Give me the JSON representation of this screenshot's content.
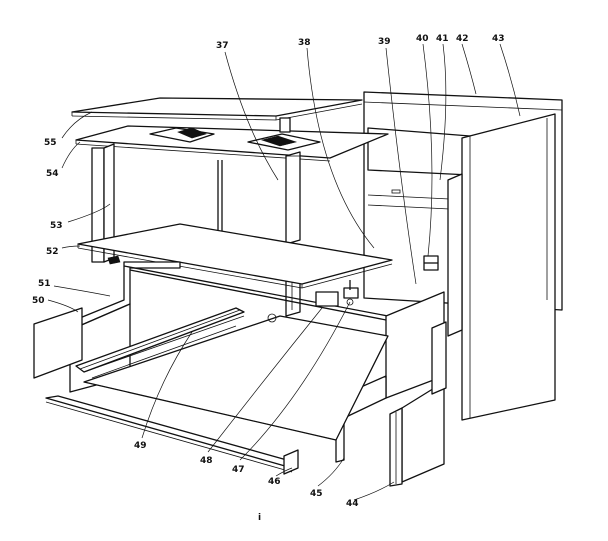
{
  "diagram": {
    "callouts": [
      {
        "id": "c37",
        "text": "37"
      },
      {
        "id": "c38",
        "text": "38"
      },
      {
        "id": "c39",
        "text": "39"
      },
      {
        "id": "c40",
        "text": "40"
      },
      {
        "id": "c41",
        "text": "41"
      },
      {
        "id": "c42",
        "text": "42"
      },
      {
        "id": "c43",
        "text": "43"
      },
      {
        "id": "c55",
        "text": "55"
      },
      {
        "id": "c54",
        "text": "54"
      },
      {
        "id": "c53",
        "text": "53"
      },
      {
        "id": "c52",
        "text": "52"
      },
      {
        "id": "c51",
        "text": "51"
      },
      {
        "id": "c50",
        "text": "50"
      },
      {
        "id": "c49",
        "text": "49"
      },
      {
        "id": "c48",
        "text": "48"
      },
      {
        "id": "c47",
        "text": "47"
      },
      {
        "id": "c46",
        "text": "46"
      },
      {
        "id": "c45",
        "text": "45"
      },
      {
        "id": "c44",
        "text": "44"
      }
    ],
    "footer_mark": "i"
  }
}
